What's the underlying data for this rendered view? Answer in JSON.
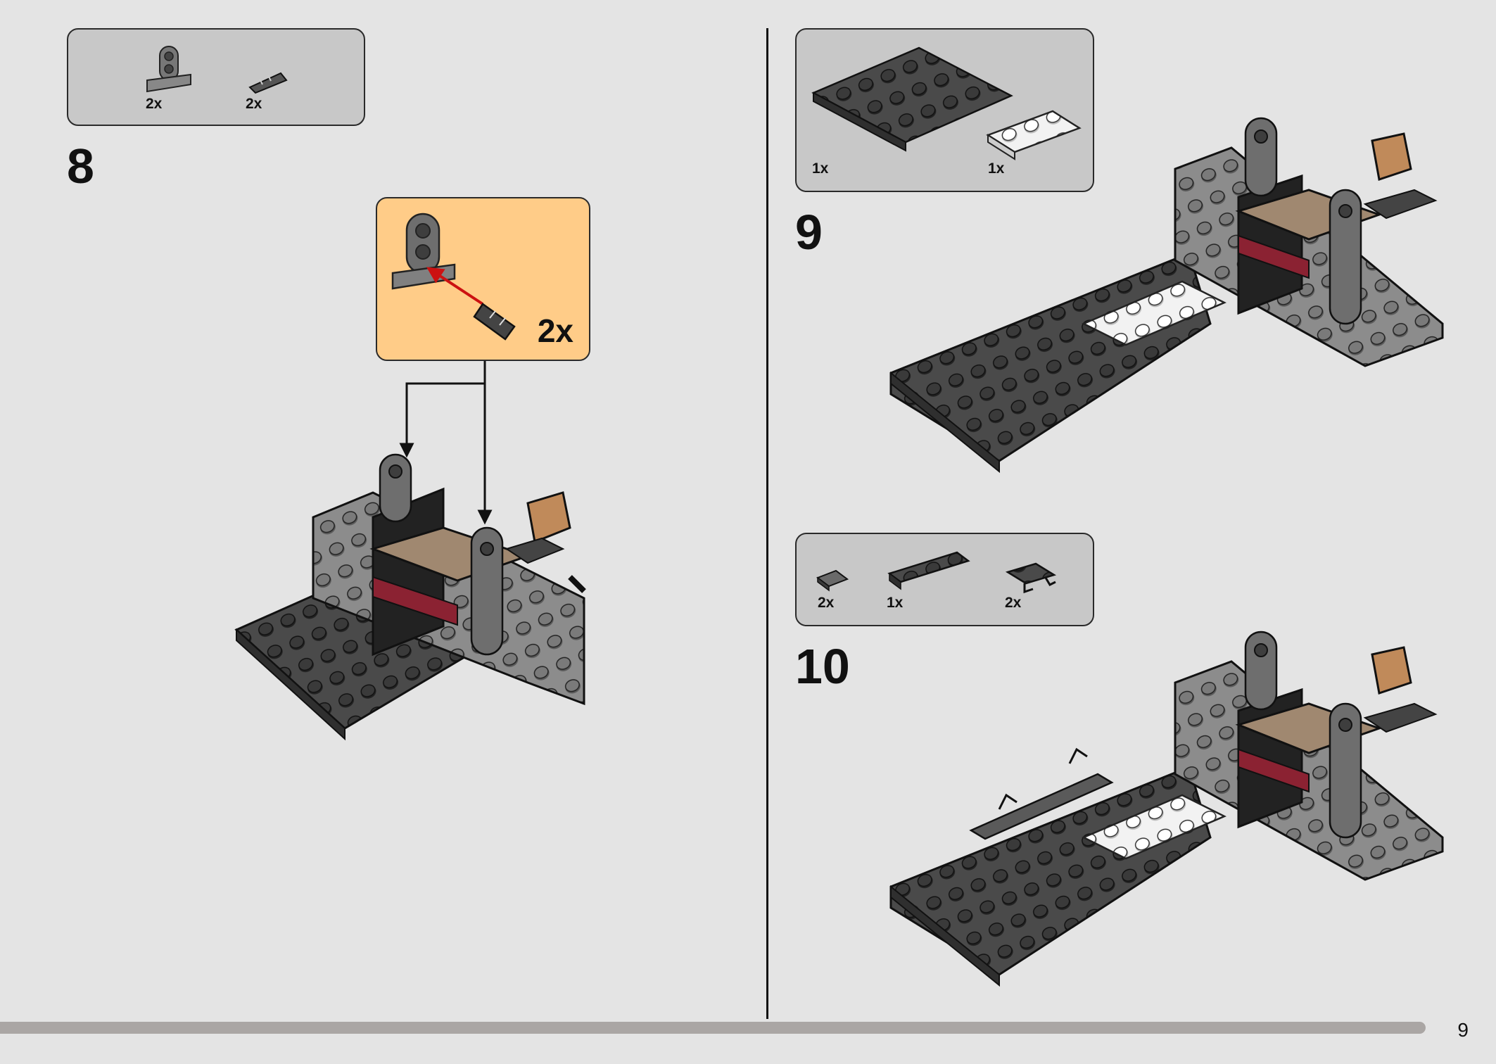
{
  "page": {
    "number": "9"
  },
  "steps": [
    {
      "number": "8",
      "parts": [
        {
          "name": "Technic pin connector block",
          "qty": "2x",
          "icon": "connector-block-icon"
        },
        {
          "name": "Technic pin",
          "qty": "2x",
          "icon": "technic-pin-icon"
        }
      ],
      "callout": {
        "qty": "2x"
      }
    },
    {
      "number": "9",
      "parts": [
        {
          "name": "Dark grey plate 6x8",
          "qty": "1x",
          "icon": "dark-plate-icon"
        },
        {
          "name": "White plate 2x4",
          "qty": "1x",
          "icon": "white-plate-icon"
        }
      ]
    },
    {
      "number": "10",
      "parts": [
        {
          "name": "Tile 1x1",
          "qty": "2x",
          "icon": "tile-icon"
        },
        {
          "name": "Plate 1x4",
          "qty": "1x",
          "icon": "plate-1x4-icon"
        },
        {
          "name": "Plate with clips",
          "qty": "2x",
          "icon": "clip-plate-icon"
        }
      ]
    }
  ],
  "colors": {
    "background": "#e4e4e4",
    "parts_box": "#c8c8c8",
    "callout": "#ffcc88",
    "arrow": "#cc1111"
  }
}
